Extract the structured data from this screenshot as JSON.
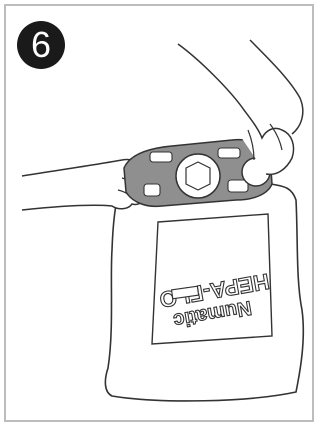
{
  "step": {
    "number": "6"
  },
  "bag": {
    "brand_line1": "Numatic",
    "brand_line2": "HEPA-FLO"
  },
  "colors": {
    "badge_bg": "#1a1a1a",
    "badge_text": "#ffffff",
    "outline": "#333333",
    "collar_fill": "#8f8f8f",
    "frame_border": "#bdbdbd"
  },
  "icons": {
    "step_badge": "circle-number",
    "bag": "vacuum-dust-bag",
    "collar": "bag-collar",
    "hands": "hands-pulling-tab"
  }
}
